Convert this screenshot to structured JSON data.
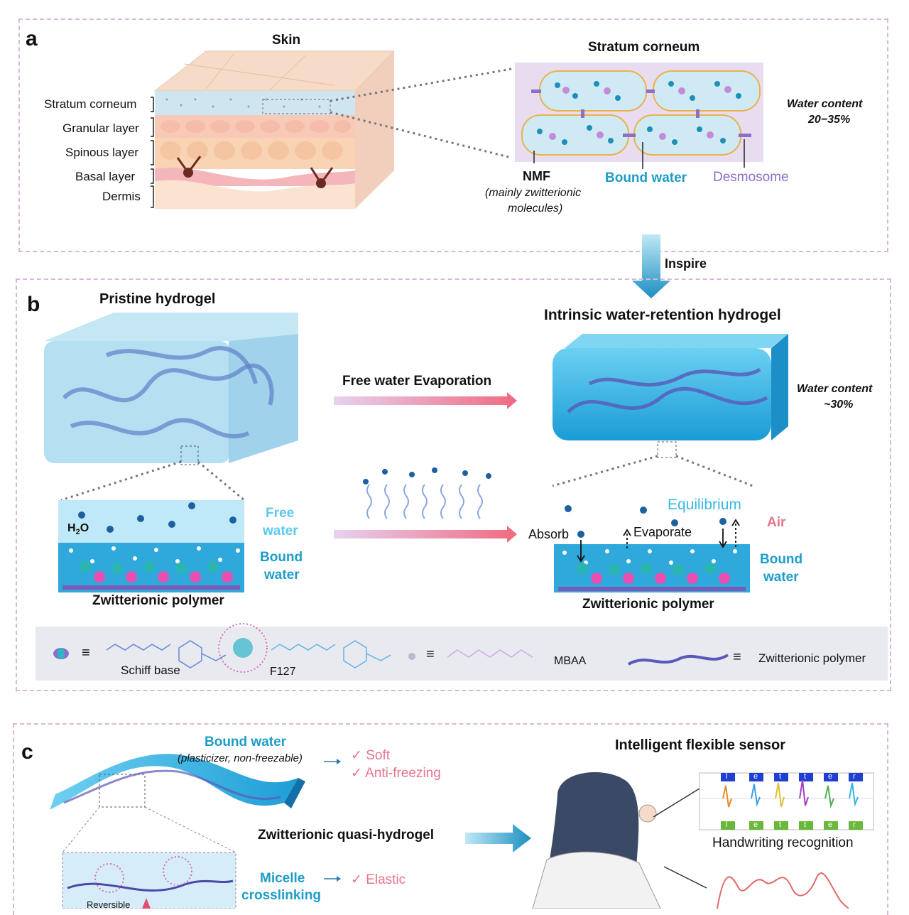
{
  "panel_a": {
    "label": "a",
    "skin_title": "Skin",
    "layers": [
      "Stratum corneum",
      "Granular layer",
      "Spinous layer",
      "Basal layer",
      "Dermis"
    ],
    "sc_title": "Stratum corneum",
    "water_content_title": "Water content",
    "water_content_value": "20−35%",
    "nmf": "NMF",
    "nmf_note_1": "(mainly zwitterionic",
    "nmf_note_2": "molecules)",
    "bound_water": "Bound water",
    "desmosome": "Desmosome"
  },
  "inspire": "Inspire",
  "panel_b": {
    "label": "b",
    "pristine": "Pristine hydrogel",
    "intrinsic": "Intrinsic water-retention hydrogel",
    "evaporation": "Free water Evaporation",
    "water_content_title": "Water content",
    "water_content_value": "~30%",
    "h2o_main": "H",
    "h2o_sub": "2",
    "h2o_tail": "O",
    "free_water_1": "Free",
    "free_water_2": "water",
    "bound_water_1": "Bound",
    "bound_water_2": "water",
    "zwitterionic_polymer": "Zwitterionic polymer",
    "equilibrium": "Equilibrium",
    "absorb": "Absorb",
    "evaporate": "Evaporate",
    "air": "Air",
    "bound_water_r1": "Bound",
    "bound_water_r2": "water",
    "zwitterionic_polymer_r": "Zwitterionic polymer",
    "legend": {
      "equiv": "≡",
      "schiff_base": "Schiff base",
      "f127": "F127",
      "mbaa": "MBAA",
      "zwitterionic_polymer": "Zwitterionic polymer"
    }
  },
  "panel_c": {
    "label": "c",
    "bound_water": "Bound water",
    "bound_water_note": "(plasticizer, non-freezable)",
    "soft": "✓ Soft",
    "anti_freezing": "✓ Anti-freezing",
    "quasi_hydrogel": "Zwitterionic quasi-hydrogel",
    "micelle_1": "Micelle",
    "micelle_2": "crosslinking",
    "elastic": "✓ Elastic",
    "reversible": "Reversible",
    "sensor_title": "Intelligent flexible sensor",
    "letters": [
      "l",
      "e",
      "t",
      "t",
      "e",
      "r"
    ],
    "handwriting": "Handwriting recognition"
  },
  "colors": {
    "panel_border": "#d8b8d8",
    "cyan": "#1e9dc8",
    "pink": "#e6738a",
    "purple": "#8a70c8",
    "hydrogel_blue": "#3ab6e6"
  }
}
